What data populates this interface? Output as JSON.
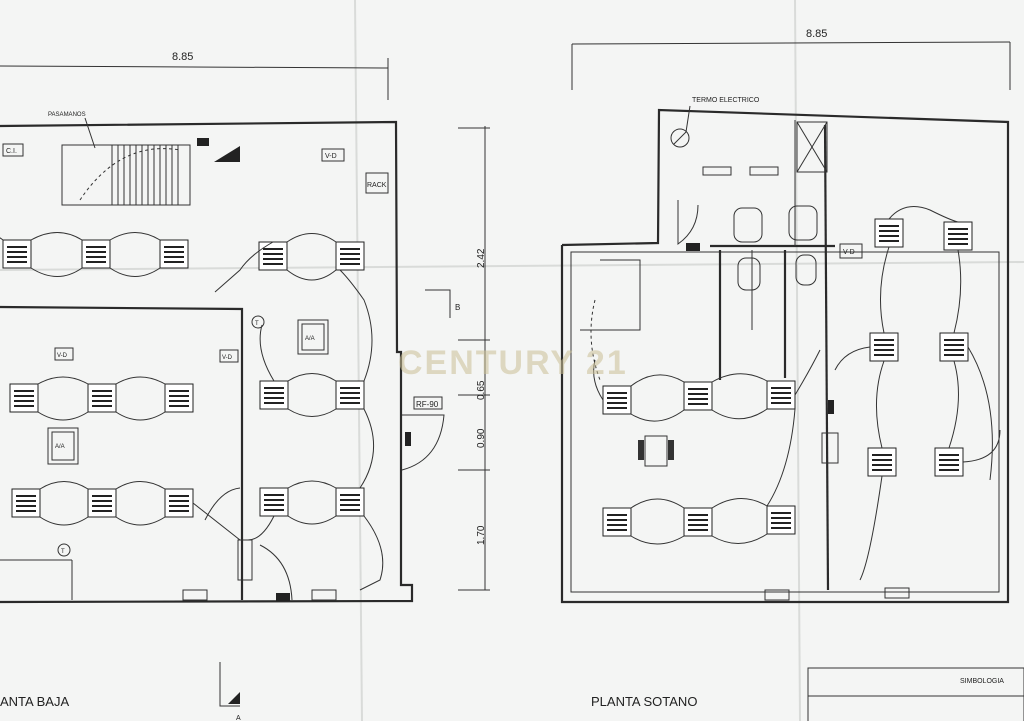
{
  "dims": {
    "pb_width": "8.85",
    "ps_width": "8.85",
    "h_242": "2.42",
    "h_065": "0.65",
    "h_090": "0.90",
    "h_170": "1.70"
  },
  "labels": {
    "pasamanos": "PASAMANOS",
    "ci": "C.I.",
    "vd": "V-D",
    "rack": "RACK",
    "aa": "A/A",
    "rf90": "RF-90",
    "b": "B",
    "termo": "TERMO ELECTRICO",
    "t": "T",
    "a": "A"
  },
  "titles": {
    "planta_baja": "ANTA BAJA",
    "planta_sotano": "PLANTA SOTANO",
    "simbologia": "SIMBOLOGIA"
  },
  "watermark": "CENTURY 21",
  "colors": {
    "line": "#2a2a2a",
    "paper": "#f4f5f4",
    "watermark": "#cbbf96"
  }
}
